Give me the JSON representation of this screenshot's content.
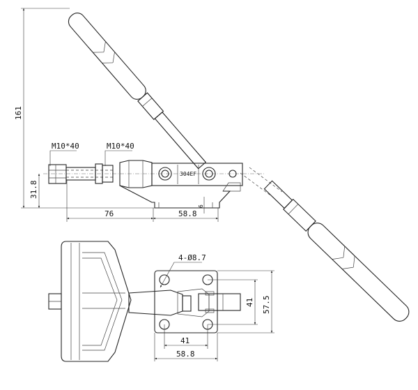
{
  "side_view": {
    "height_dim": "161",
    "thread_label_1": "M10*40",
    "thread_label_2": "M10*40",
    "axis_height_dim": "31.8",
    "reach_dim": "76",
    "base_length_dim": "58.8",
    "base_thickness_dim": "6",
    "body_marking": "304EF"
  },
  "top_view": {
    "hole_spec": "4-Ø8.7",
    "hole_pitch_vertical": "41",
    "plate_height": "57.5",
    "hole_pitch_horizontal": "41",
    "plate_width": "58.8"
  }
}
